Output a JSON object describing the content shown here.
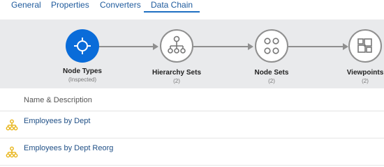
{
  "tabs": [
    {
      "label": "General",
      "active": false
    },
    {
      "label": "Properties",
      "active": false
    },
    {
      "label": "Converters",
      "active": false
    },
    {
      "label": "Data Chain",
      "active": true
    }
  ],
  "chain": {
    "nodes": [
      {
        "label": "Node Types",
        "sub": "(Inspected)",
        "icon": "crosshair-icon",
        "color": "#0a6cd9"
      },
      {
        "label": "Hierarchy Sets",
        "sub": "(2)",
        "icon": "hierarchy-icon"
      },
      {
        "label": "Node Sets",
        "sub": "(2)",
        "icon": "node-set-icon"
      },
      {
        "label": "Viewpoints",
        "sub": "(2)",
        "icon": "viewpoint-icon"
      }
    ]
  },
  "list": {
    "header": "Name & Description",
    "rows": [
      {
        "name": "Employees by Dept",
        "icon": "hierarchy-set-icon"
      },
      {
        "name": "Employees by Dept Reorg",
        "icon": "hierarchy-set-icon"
      }
    ]
  },
  "colors": {
    "accent": "#0a6cd9",
    "link": "#1e5a9c",
    "icon_yellow": "#e8b417"
  }
}
